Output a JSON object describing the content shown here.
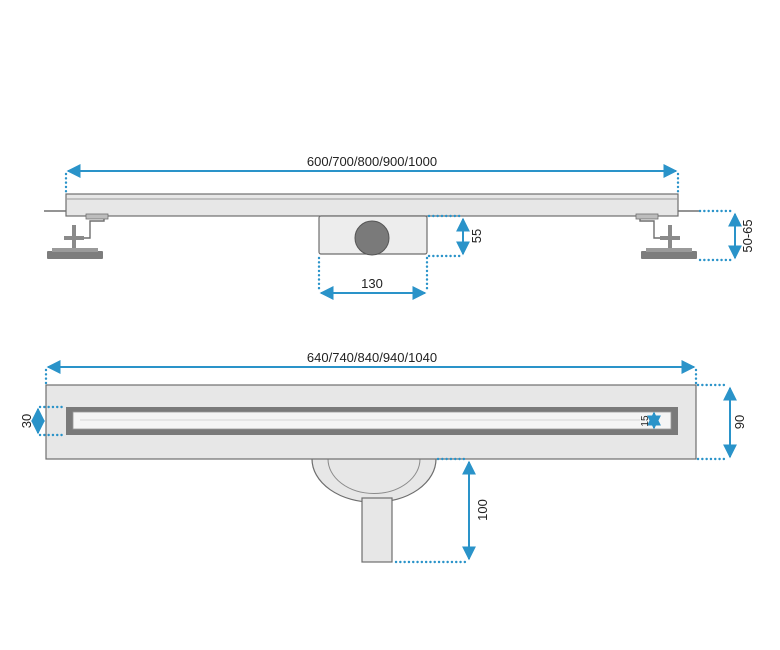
{
  "diagram": {
    "colors": {
      "dimension": "#2a93c9",
      "body_fill": "#e7e7e7",
      "outline": "#6e6e6e",
      "dark": "#7a7a7a"
    },
    "side_view": {
      "length_label": "600/700/800/900/1000",
      "outlet_height_label": "55",
      "outlet_width_label": "130",
      "leg_height_label": "50-65"
    },
    "top_view": {
      "length_label": "640/740/840/940/1040",
      "channel_width_label": "30",
      "slot_label": "15",
      "depth_label": "90",
      "pipe_length_label": "100"
    }
  }
}
